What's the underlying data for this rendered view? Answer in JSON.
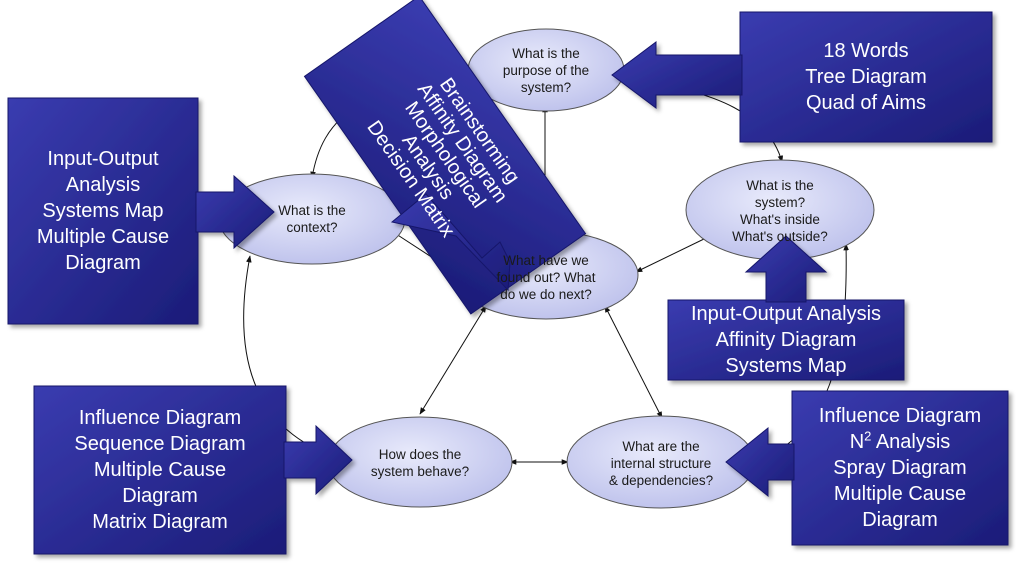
{
  "ellipses": {
    "purpose": "What is the\npurpose of the\nsystem?",
    "context": "What is the\ncontext?",
    "system": "What is the\nsystem?\nWhat's inside\nWhat's outside?",
    "center": "What have we\nfound out? What\ndo we do next?",
    "behave": "How does the\nsystem behave?",
    "structure": "What are the\ninternal structure\n& dependencies?"
  },
  "boxes": {
    "top_right": [
      "18 Words",
      "Tree Diagram",
      "Quad of Aims"
    ],
    "left": [
      "Input-Output",
      "Analysis",
      "Systems Map",
      "Multiple Cause",
      "Diagram"
    ],
    "middle_right": [
      "Input-Output Analysis",
      "Affinity Diagram",
      "Systems Map"
    ],
    "bottom_left": [
      "Influence Diagram",
      "Sequence Diagram",
      "Multiple Cause",
      "Diagram",
      "Matrix Diagram"
    ],
    "bottom_right_line1_pre": "Influence Diagram",
    "bottom_right_n": "N",
    "bottom_right_sup": "2",
    "bottom_right_n_rest": " Analysis",
    "bottom_right_rest": [
      "Spray Diagram",
      "Multiple Cause",
      "Diagram"
    ],
    "rotated": [
      "Brainstorming",
      "Affinity Diagram",
      "Morphological",
      "Analysis",
      "Decision Matrix"
    ]
  },
  "colors": {
    "box_fill": "#26278f",
    "ellipse_fill": "#cfd2f2",
    "text_on_box": "#ffffff"
  }
}
